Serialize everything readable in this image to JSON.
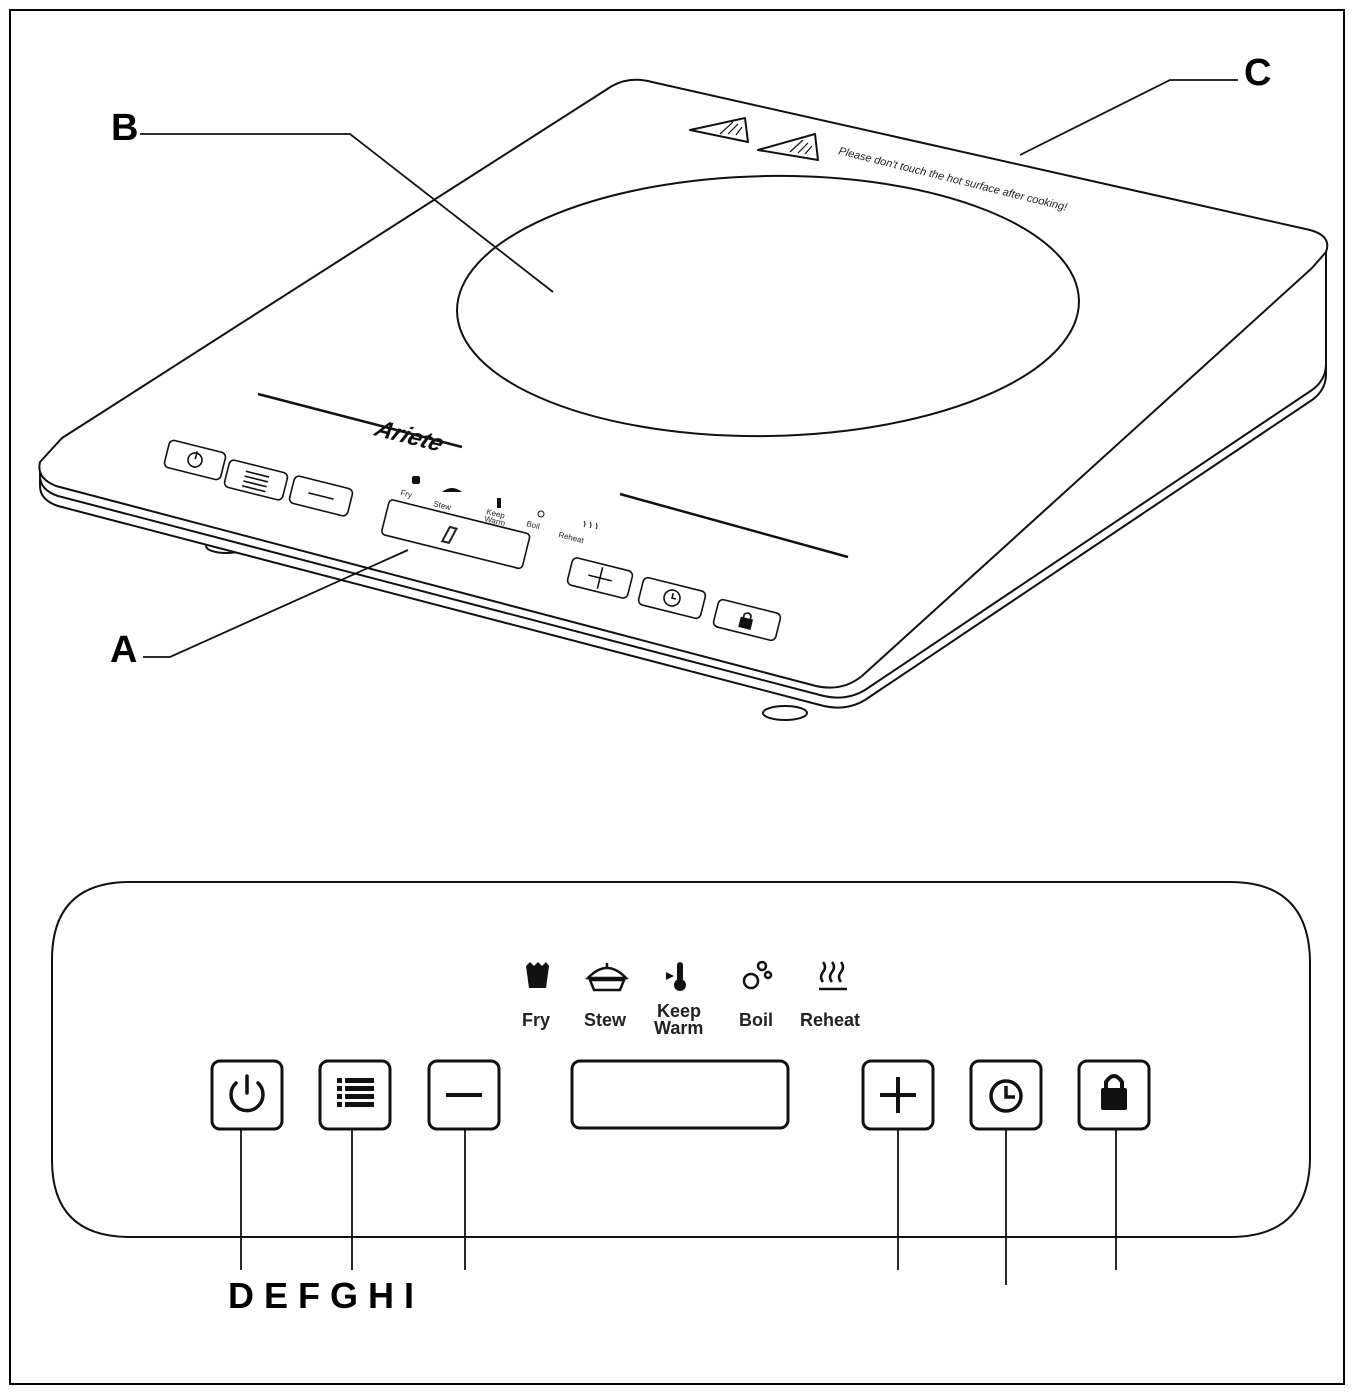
{
  "callouts": {
    "a": "A",
    "b": "B",
    "c": "C",
    "bottom_row": "D E F G H I"
  },
  "hob": {
    "brand": "Ariete",
    "warning": "Please don't touch the hot surface after cooking!",
    "display_symbol": "▯"
  },
  "modes": [
    {
      "label": "Fry",
      "icon": "fries-icon"
    },
    {
      "label": "Stew",
      "icon": "pot-icon"
    },
    {
      "label_line1": "Keep",
      "label_line2": "Warm",
      "icon": "thermometer-icon"
    },
    {
      "label": "Boil",
      "icon": "bubbles-icon"
    },
    {
      "label": "Reheat",
      "icon": "steam-icon"
    }
  ],
  "buttons": [
    "power-icon",
    "menu-icon",
    "minus-icon",
    "plus-icon",
    "timer-icon",
    "lock-icon"
  ]
}
